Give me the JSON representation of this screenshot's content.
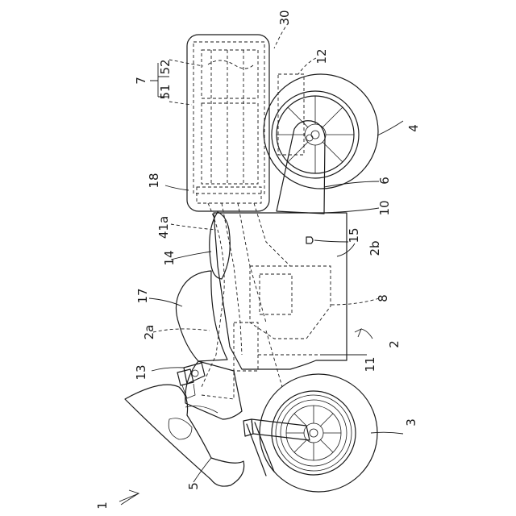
{
  "labels": {
    "l1": "1",
    "l2": "2",
    "l2a": "2a",
    "l2b": "2b",
    "l3": "3",
    "l4": "4",
    "l5": "5",
    "l6": "6",
    "l7": "7",
    "l8": "8",
    "l10": "10",
    "l11": "11",
    "l12": "12",
    "l13": "13",
    "l14": "14",
    "l15": "15",
    "l17": "17",
    "l18": "18",
    "l30": "30",
    "l41a": "41a",
    "l51": "51",
    "l52": "52"
  }
}
